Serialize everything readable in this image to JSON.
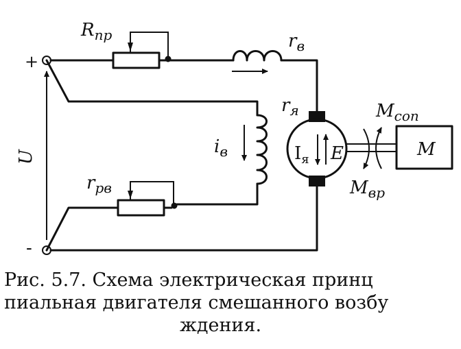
{
  "diagram": {
    "labels": {
      "R_pr": "R",
      "R_pr_sub": "пр",
      "r_v": "r",
      "r_v_sub": "в",
      "r_ya": "r",
      "r_ya_sub": "я",
      "M_sop": "M",
      "M_sop_sub": "соп",
      "M_vr": "M",
      "M_vr_sub": "вр",
      "M_box": "M",
      "E": "E",
      "I_ya": "I",
      "I_ya_sub": "я",
      "i_v": "i",
      "i_v_sub": "в",
      "r_rv": "r",
      "r_rv_sub": "рв",
      "U": "U",
      "plus": "+",
      "minus": "-"
    }
  },
  "caption": {
    "line1": "Рис.  5.7.  Схема  электрическая  принц",
    "line2": "пиальная  двигателя  смешанного  возбу",
    "line3": "ждения."
  }
}
